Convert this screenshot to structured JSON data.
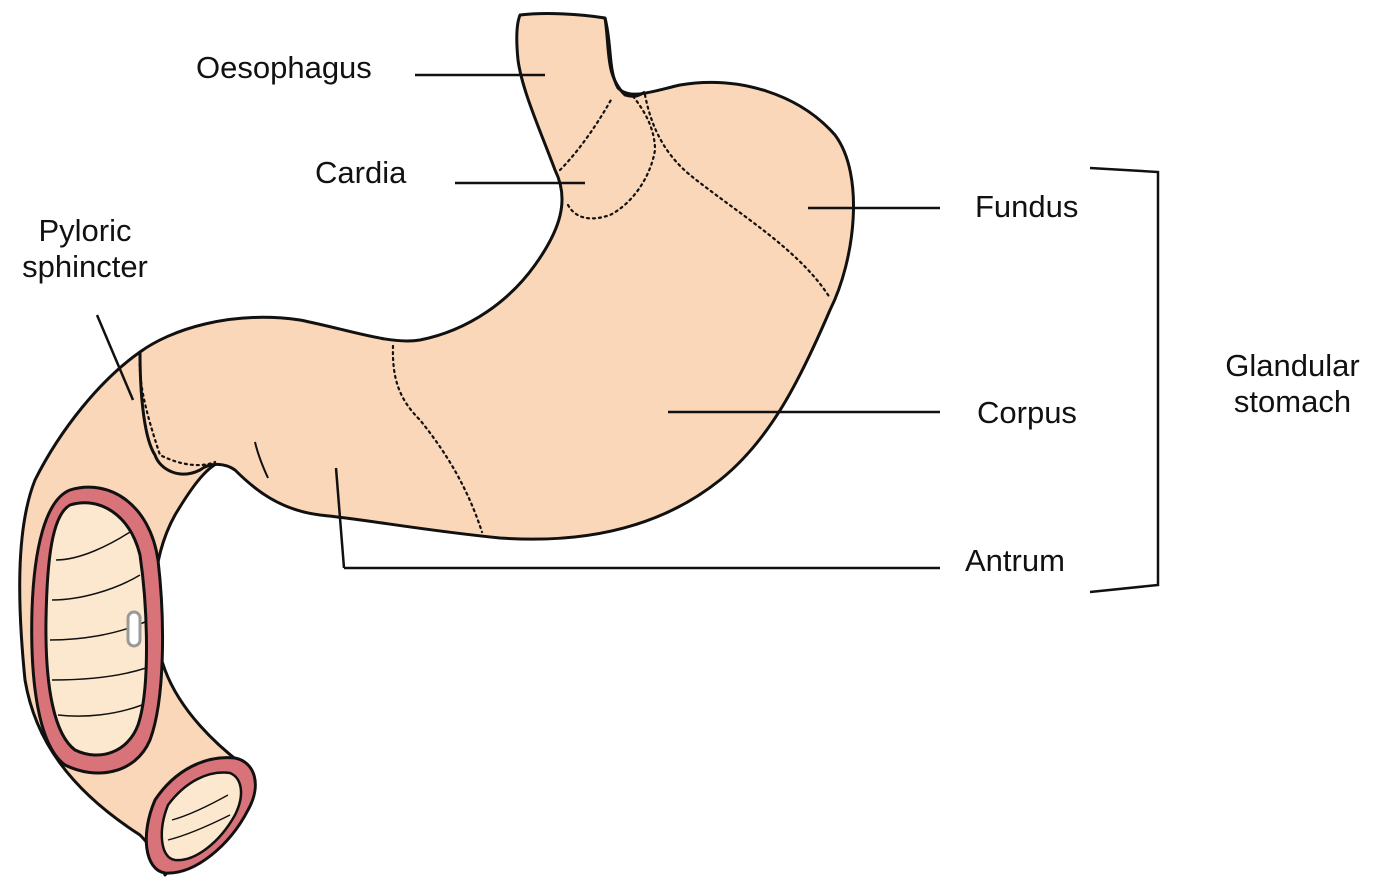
{
  "labels": {
    "oesophagus": "Oesophagus",
    "cardia": "Cardia",
    "pyloric_line1": "Pyloric",
    "pyloric_line2": "sphincter",
    "fundus": "Fundus",
    "corpus": "Corpus",
    "antrum": "Antrum",
    "glandular_line1": "Glandular",
    "glandular_line2": "stomach"
  },
  "colors": {
    "stomach_fill": "#fad7b8",
    "wall_red": "#d9737a",
    "lumen_fill": "#fce8cf",
    "outline": "#111111"
  }
}
